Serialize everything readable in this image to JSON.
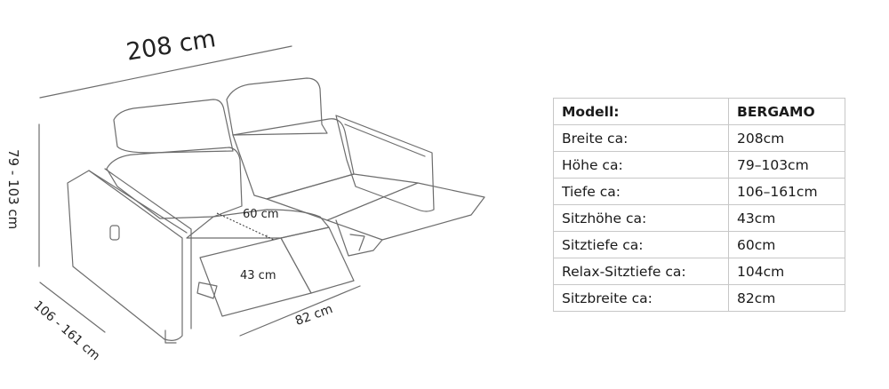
{
  "drawing": {
    "dimensions": {
      "width": "208 cm",
      "height": "79 - 103 cm",
      "depth": "106 - 161 cm",
      "seat_depth": "60 cm",
      "seat_height": "43 cm",
      "seat_width": "82 cm"
    }
  },
  "table": {
    "header": {
      "label": "Modell:",
      "value": "BERGAMO"
    },
    "rows": [
      {
        "label": "Breite ca:",
        "value": "208cm"
      },
      {
        "label": "Höhe ca:",
        "value": "79–103cm"
      },
      {
        "label": "Tiefe ca:",
        "value": "106–161cm"
      },
      {
        "label": "Sitzhöhe ca:",
        "value": "43cm"
      },
      {
        "label": "Sitztiefe ca:",
        "value": "60cm"
      },
      {
        "label": "Relax-Sitztiefe ca:",
        "value": "104cm"
      },
      {
        "label": "Sitzbreite ca:",
        "value": "82cm"
      }
    ]
  }
}
